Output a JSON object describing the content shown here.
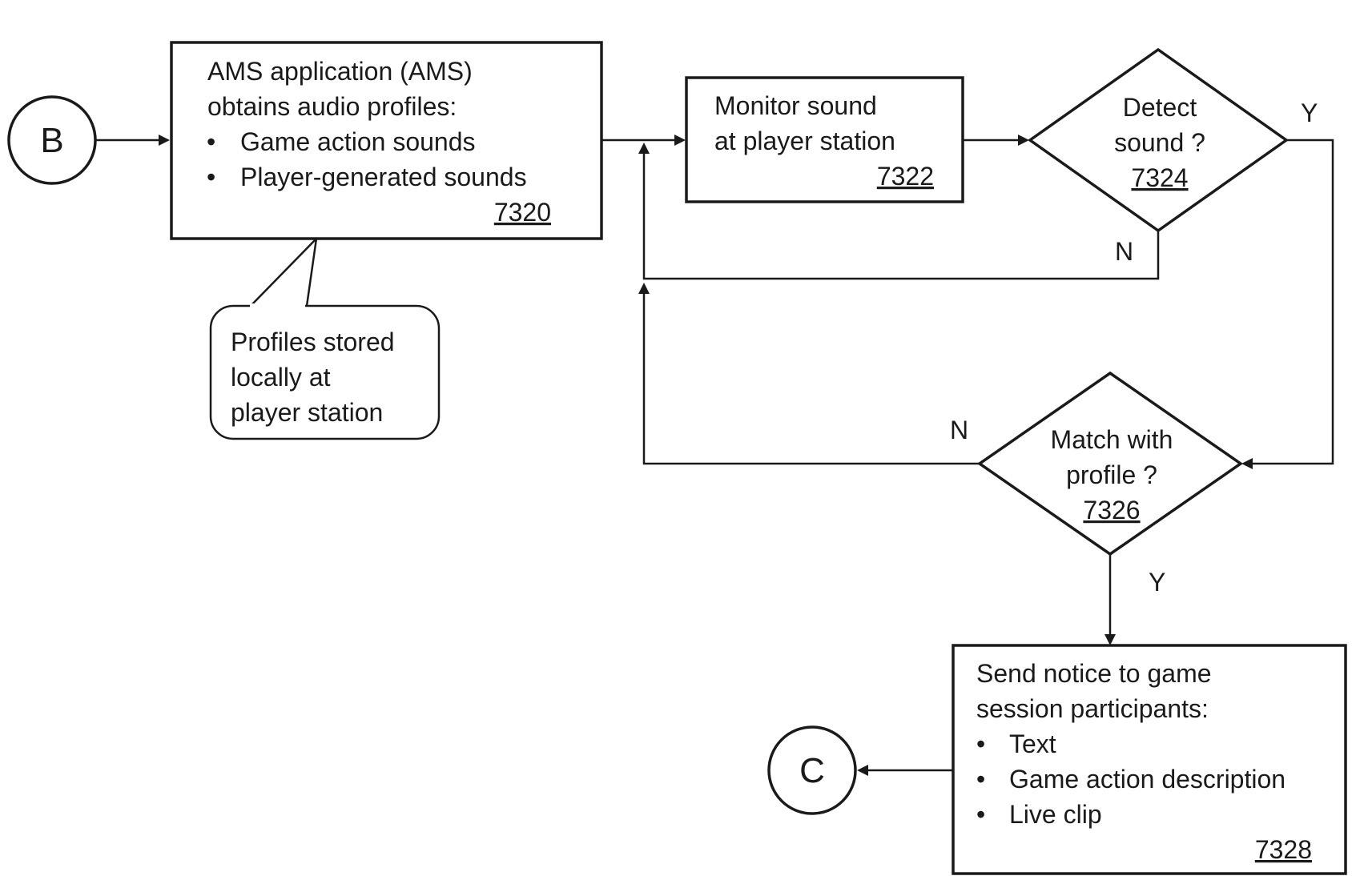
{
  "connectors": {
    "start": "B",
    "end": "C"
  },
  "box_7320": {
    "line1": "AMS application (AMS)",
    "line2": "obtains audio profiles:",
    "bullet1": "Game action sounds",
    "bullet2": "Player-generated sounds",
    "ref": "7320"
  },
  "callout": {
    "line1": "Profiles stored",
    "line2": "locally at",
    "line3": "player station"
  },
  "box_7322": {
    "line1": "Monitor sound",
    "line2": "at player station",
    "ref": "7322"
  },
  "decision_7324": {
    "line1": "Detect",
    "line2": "sound  ?",
    "ref": "7324",
    "yes": "Y",
    "no": "N"
  },
  "decision_7326": {
    "line1": "Match with",
    "line2": "profile ?",
    "ref": "7326",
    "yes": "Y",
    "no": "N"
  },
  "box_7328": {
    "line1": "Send notice to game",
    "line2": "session participants:",
    "bullet1": "Text",
    "bullet2": "Game action description",
    "bullet3": "Live clip",
    "ref": "7328"
  }
}
